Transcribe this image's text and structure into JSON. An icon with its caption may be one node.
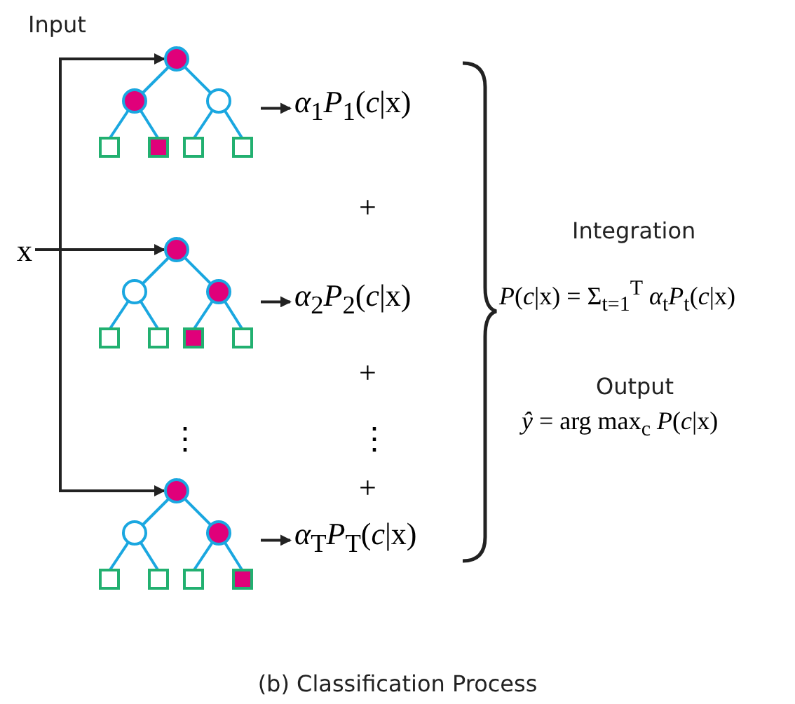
{
  "diagram": {
    "caption": "(b) Classification Process",
    "nodes": [
      {
        "text": [
          "x"
        ]
      },
      {
        "text": [],
        "shape": "picture"
      },
      {
        "text": [
          "*α*$_{1}$*P*$_{1}$(*c*|x)"
        ]
      },
      {
        "text": [],
        "shape": "picture"
      },
      {
        "text": [
          "*α*$_{2}$*P*$_{2}$(*c*|x)"
        ]
      },
      {
        "text": [],
        "shape": "picture"
      },
      {
        "text": [
          "*α*$_{T}$*P*$_{T}$(*c*|x)"
        ]
      }
    ],
    "edges": [
      {
        "from": 0,
        "to": 1,
        "arrow": "to"
      },
      {
        "from": 0,
        "to": 3,
        "arrow": "to"
      },
      {
        "from": 0,
        "to": 5,
        "arrow": "to"
      },
      {
        "from": 1,
        "to": 2,
        "arrow": "to"
      },
      {
        "from": 3,
        "to": 4,
        "arrow": "to"
      },
      {
        "from": 5,
        "to": 6,
        "arrow": "to"
      }
    ],
    "labels": [
      "Input",
      "+",
      "Integration",
      "*P*(*c*|x) = Σ$_{t=1}$$^{T}$ *α*$_{t}$*P*$_{t}$(*c*|x)",
      "Output",
      "*ŷ* = arg max$_{c}$ *P*(*c*|x)",
      "+",
      "⋮",
      "⋮",
      "+"
    ]
  }
}
